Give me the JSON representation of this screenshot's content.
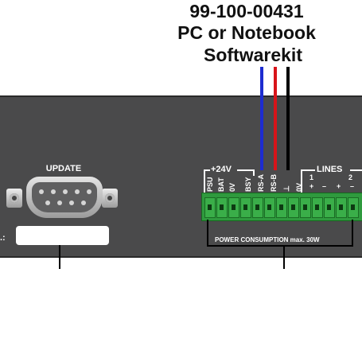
{
  "heading": {
    "part_number": "99-100-00431",
    "line2": "PC or Notebook",
    "line3": "Softwarekit"
  },
  "connector_label": "UPDATE",
  "terminal": {
    "voltage_group": "+24V",
    "lines_group": "LINES",
    "pins": [
      "PSU",
      "BAT",
      "0V",
      "BSY",
      "RS-A",
      "RS-B",
      "⊥",
      "0V"
    ],
    "line1": {
      "num": "1",
      "plus": "+",
      "minus": "–"
    },
    "line2": {
      "num": "2",
      "plus": "+",
      "minus": "–"
    },
    "power_consumption": "POWER CONSUMPTION max. 30W"
  },
  "edge_marks": ".:",
  "colors": {
    "panel": "#4a4a4b",
    "terminal_green": "#2f9a3e",
    "wire_blue": "#1d2cd0",
    "wire_red": "#d8141a",
    "wire_black": "#000000"
  }
}
